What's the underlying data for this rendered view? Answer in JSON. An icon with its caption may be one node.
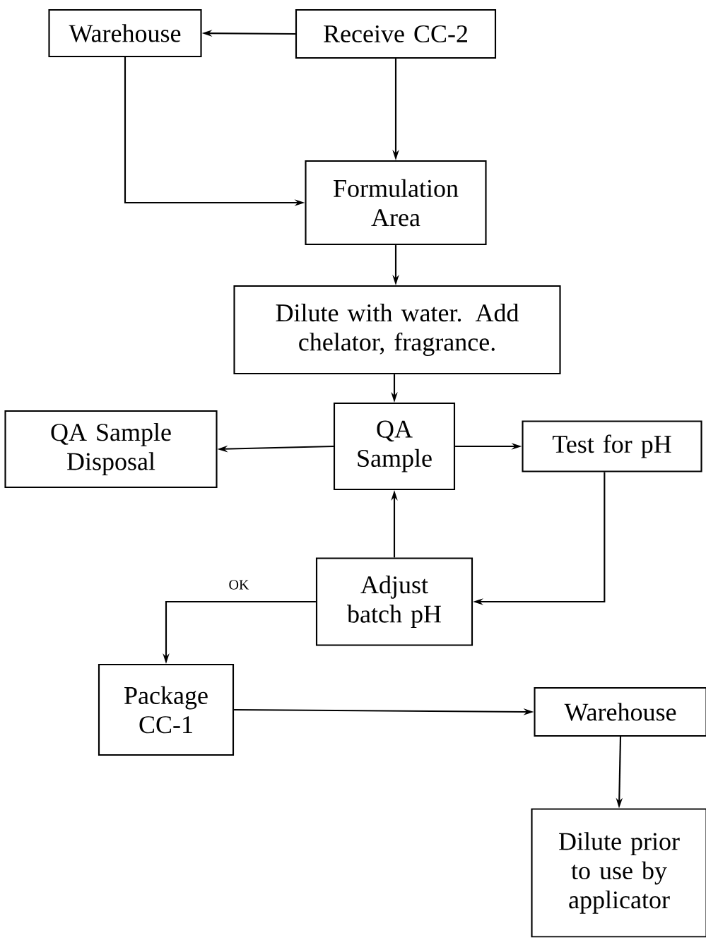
{
  "diagram": {
    "nodes": [
      {
        "text": [
          "Warehouse"
        ]
      },
      {
        "text": [
          "Receive CC-2"
        ]
      },
      {
        "text": [
          "Formulation Area"
        ]
      },
      {
        "text": [
          "Dilute with water. Add chelator, fragrance."
        ]
      },
      {
        "text": [
          "QA Sample Disposal"
        ]
      },
      {
        "text": [
          "QA Sample"
        ]
      },
      {
        "text": [
          "Test for pH"
        ]
      },
      {
        "text": [
          "Adjust batch pH"
        ]
      },
      {
        "text": [
          "Package CC-1"
        ]
      },
      {
        "text": [
          "Warehouse"
        ]
      },
      {
        "text": [
          "Dilute prior to use by applicator"
        ]
      }
    ],
    "edges": [
      {
        "from": 1,
        "to": 0,
        "arrow": "to"
      },
      {
        "from": 1,
        "to": 2,
        "arrow": "to"
      },
      {
        "from": 0,
        "to": 2,
        "arrow": "to"
      },
      {
        "from": 2,
        "to": 3,
        "arrow": "to"
      },
      {
        "from": 3,
        "to": 5,
        "arrow": "to"
      },
      {
        "from": 5,
        "to": 4,
        "arrow": "to"
      },
      {
        "from": 5,
        "to": 6,
        "arrow": "to"
      },
      {
        "from": 6,
        "to": 7,
        "arrow": "to"
      },
      {
        "from": 7,
        "to": 5,
        "arrow": "to"
      },
      {
        "from": 7,
        "to": 8,
        "arrow": "to",
        "label": "OK"
      },
      {
        "from": 8,
        "to": 9,
        "arrow": "to"
      },
      {
        "from": 9,
        "to": 10,
        "arrow": "to"
      }
    ]
  }
}
